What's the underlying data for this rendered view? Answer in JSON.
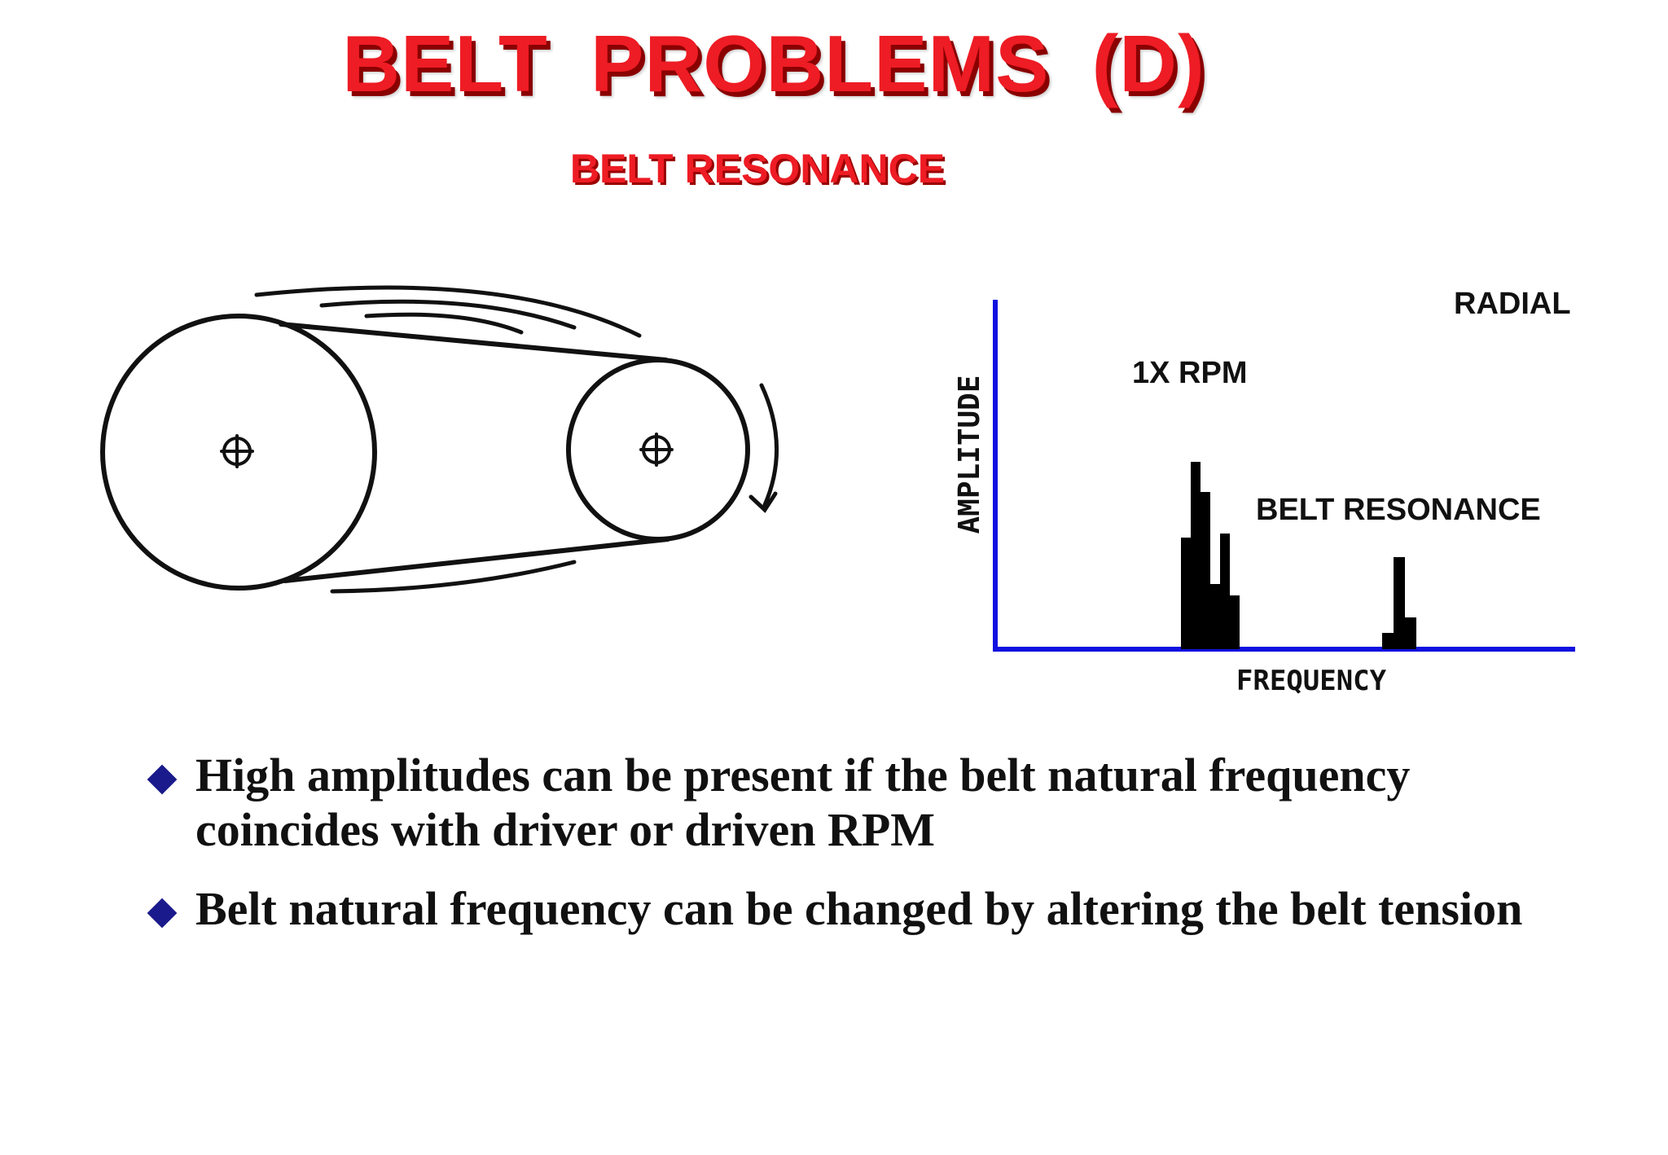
{
  "title": "BELT  PROBLEMS  (D)",
  "subtitle": "BELT RESONANCE",
  "chart_data": {
    "type": "bar",
    "title": "RADIAL",
    "xlabel": "FREQUENCY",
    "ylabel": "AMPLITUDE",
    "annotations": [
      "1X RPM",
      "BELT RESONANCE"
    ],
    "colors": {
      "axis": "#1010e0",
      "bars": "#000000"
    }
  },
  "bullets": [
    "High amplitudes can be present if the belt natural frequency coincides with driver or driven RPM",
    "Belt natural frequency can be changed by altering the belt tension"
  ],
  "icons": [
    "shaft-center-icon",
    "rotation-arrow-icon",
    "diamond-bullet-icon"
  ]
}
